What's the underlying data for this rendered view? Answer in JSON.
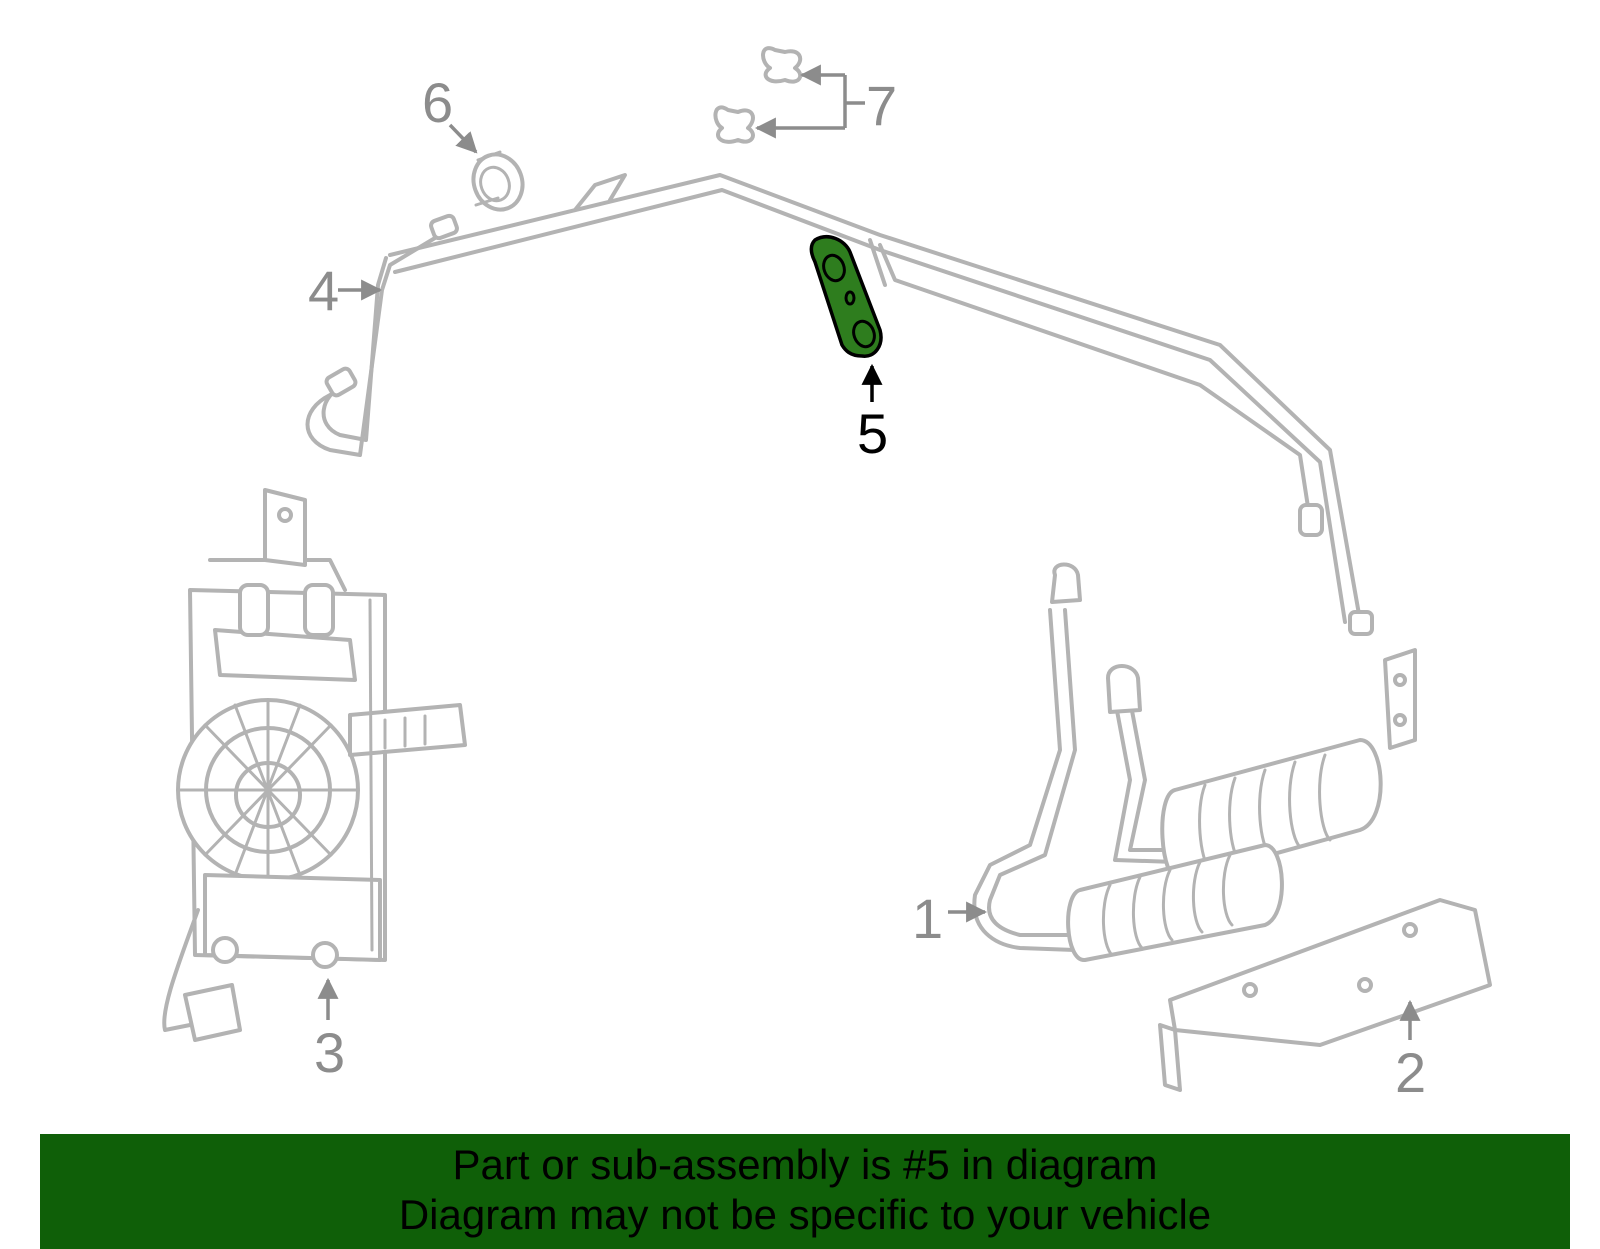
{
  "diagram": {
    "highlight_color": "#2e7d1e",
    "part_color": "#b3b3b3",
    "callouts": [
      {
        "label": "1",
        "part": "oil-cooler-assembly"
      },
      {
        "label": "2",
        "part": "cooler-bracket"
      },
      {
        "label": "3",
        "part": "fan-module"
      },
      {
        "label": "4",
        "part": "cooler-line"
      },
      {
        "label": "5",
        "part": "seal-plate",
        "highlighted": true
      },
      {
        "label": "6",
        "part": "grommet"
      },
      {
        "label": "7",
        "part": "clips"
      }
    ]
  },
  "banner": {
    "background": "#0f5f08",
    "line1": "Part or sub-assembly is #5 in diagram",
    "line2": "Diagram may not be specific to your vehicle"
  }
}
